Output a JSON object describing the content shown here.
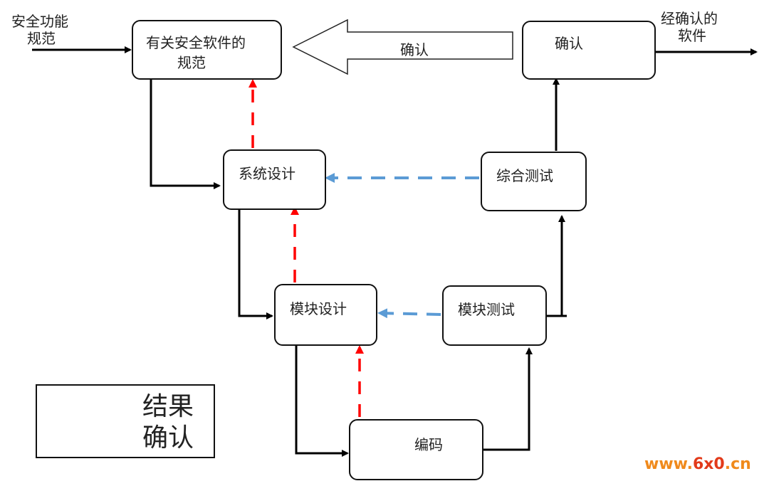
{
  "inputs": {
    "safety_spec_line1": "安全功能",
    "safety_spec_line2": "规范",
    "validated_line1": "经确认的",
    "validated_line2": "软件"
  },
  "boxes": {
    "spec_line1": "有关安全软件的",
    "spec_line2": "规范",
    "system_design": "系统设计",
    "module_design": "模块设计",
    "coding": "编码",
    "module_test": "模块测试",
    "integration_test": "综合测试",
    "validation": "确认"
  },
  "big_arrow_label": "确认",
  "result": {
    "line1": "结果",
    "line2": "确认"
  },
  "watermark": {
    "prefix": "www.",
    "mid": "6x0",
    "suffix": ".cn"
  },
  "colors": {
    "flow": "#000000",
    "verification": "#ff0000",
    "feedback": "#5b9bd5",
    "watermark_main": "#f08a1c",
    "watermark_mid": "#e23a1a"
  }
}
